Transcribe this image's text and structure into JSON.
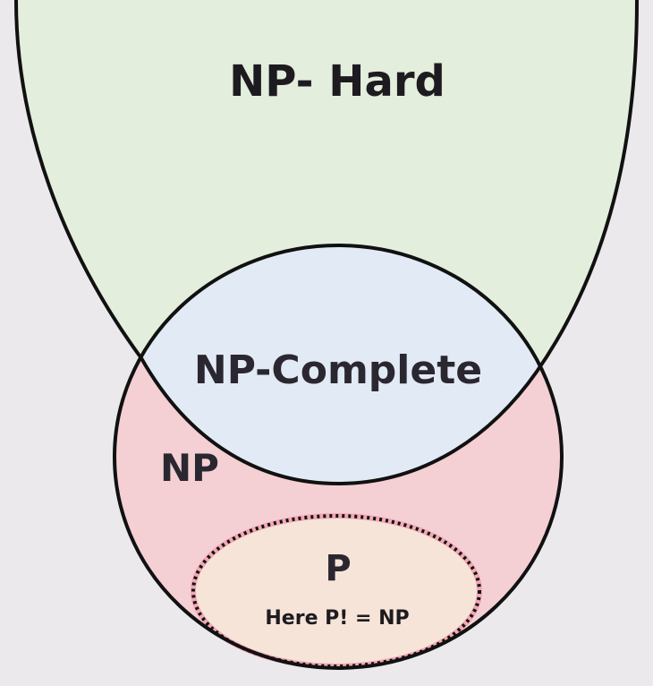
{
  "diagram": {
    "regions": {
      "np_hard": {
        "label": "NP- Hard",
        "color": "#e3eedc"
      },
      "np_complete": {
        "label": "NP-Complete",
        "color": "#e2ebf5"
      },
      "np": {
        "label": "NP",
        "color": "#f4cfd4"
      },
      "p": {
        "label": "P",
        "note": "Here P! = NP",
        "color": "#f6e4d8"
      }
    },
    "outline_color": "#111111",
    "background_color": "#ebe9ec"
  }
}
